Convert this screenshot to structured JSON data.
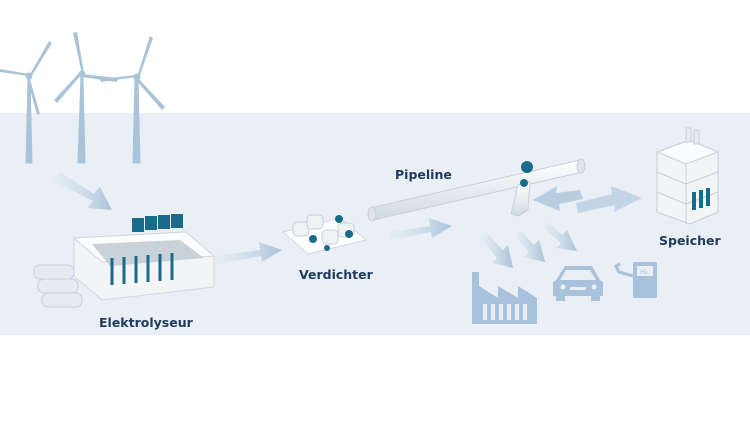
{
  "labels": {
    "elektrolyseur": "Elektrolyseur",
    "verdichter": "Verdichter",
    "pipeline": "Pipeline",
    "speicher": "Speicher"
  },
  "icons": {
    "pump": "H₂"
  },
  "colors": {
    "band": "#e9eff5",
    "label": "#1e3a5f",
    "accent": "#1a6b8a",
    "arrow": "#b8cde0",
    "icon": "#a9c2db",
    "machine": "#f2f4f6"
  }
}
